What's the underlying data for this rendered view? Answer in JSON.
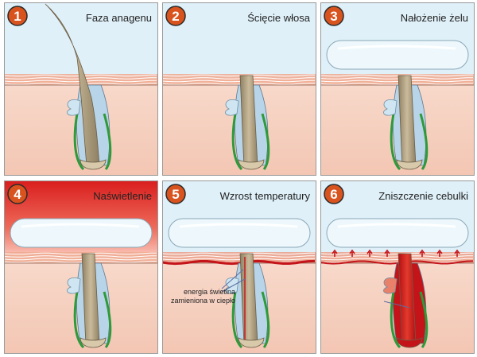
{
  "figure": {
    "panels": [
      {
        "number": "1",
        "title": "Faza anagenu"
      },
      {
        "number": "2",
        "title": "Ścięcie włosa"
      },
      {
        "number": "3",
        "title": "Nałożenie żelu"
      },
      {
        "number": "4",
        "title": "Naświetlenie"
      },
      {
        "number": "5",
        "title": "Wzrost temperatury"
      },
      {
        "number": "6",
        "title": "Zniszczenie cebulki"
      }
    ],
    "annotation": {
      "line1": "energia świetlna",
      "line2": "zamieniona w ciepło"
    }
  },
  "colors": {
    "badge": "#d9531e",
    "frame": "#999999",
    "sky": "#dff0f8",
    "skin": "#f6d2c2",
    "epidermis": "#f0a990",
    "hair": "#b8a98a",
    "follicle_green": "#2e9a3a",
    "gel": "#eef8fc",
    "laser_red": "#d92020",
    "heat_red": "#c4141a",
    "nerve": "#b8d4e8"
  }
}
